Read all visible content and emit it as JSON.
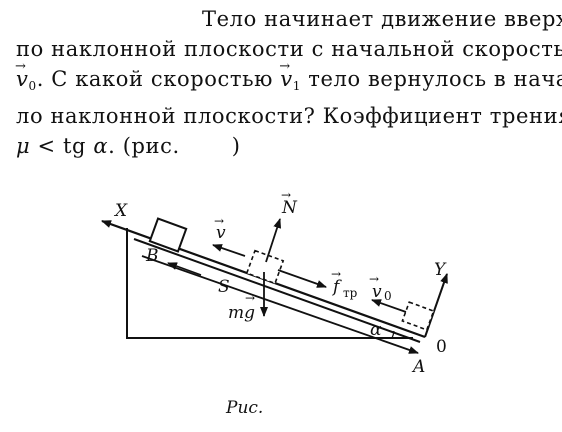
{
  "problem": {
    "line1": "Тело начинает движение вверх",
    "line2": "по наклонной плоскости с начальной скоростью",
    "v0_symbol": "v",
    "v0_sub": "0",
    "line3_a": ". С какой скоростью",
    "v1_symbol": "v",
    "v1_sub": "1",
    "line3_b": "тело вернулось в нача-",
    "line4": "ло наклонной плоскости? Коэффициент трения",
    "mu": "μ",
    "line5_a": "< tg",
    "alpha": "α",
    "line5_b": ". (рис.",
    "line5_c": ")"
  },
  "figure": {
    "labels": {
      "X": "X",
      "Y": "Y",
      "N": "N",
      "v": "v",
      "v0": "v",
      "v0_sub": "0",
      "ftr": "f",
      "ftr_sub": "тр",
      "mg": "mg",
      "B": "B",
      "S": "S",
      "alpha": "α",
      "A": "A",
      "origin": "0",
      "vec_arrow": "→"
    },
    "caption": "Рис."
  }
}
